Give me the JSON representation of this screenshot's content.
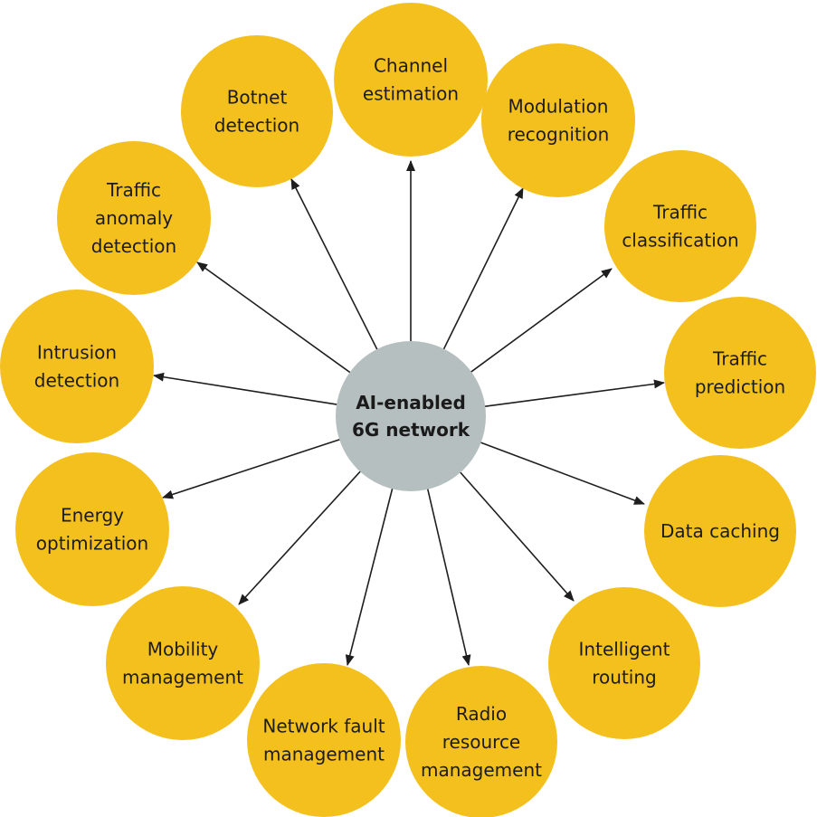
{
  "colors": {
    "node_fill": "#F4C01E",
    "hub_fill": "#B6BFC0",
    "arrow": "#1e1e1e",
    "background": "#FFFFFF"
  },
  "hub": {
    "lines": [
      "AI-enabled",
      "6G network"
    ]
  },
  "nodes": [
    {
      "id": "channel-estimation",
      "lines": [
        "Channel",
        "estimation"
      ]
    },
    {
      "id": "modulation-recognition",
      "lines": [
        "Modulation",
        "recognition"
      ]
    },
    {
      "id": "traffic-classification",
      "lines": [
        "Traffic",
        "classification"
      ]
    },
    {
      "id": "traffic-prediction",
      "lines": [
        "Traffic",
        "prediction"
      ]
    },
    {
      "id": "data-caching",
      "lines": [
        "Data caching"
      ]
    },
    {
      "id": "intelligent-routing",
      "lines": [
        "Intelligent",
        "routing"
      ]
    },
    {
      "id": "radio-resource-management",
      "lines": [
        "Radio",
        "resource",
        "management"
      ]
    },
    {
      "id": "network-fault-management",
      "lines": [
        "Network fault",
        "management"
      ]
    },
    {
      "id": "mobility-management",
      "lines": [
        "Mobility",
        "management"
      ]
    },
    {
      "id": "energy-optimization",
      "lines": [
        "Energy",
        "optimization"
      ]
    },
    {
      "id": "intrusion-detection",
      "lines": [
        "Intrusion",
        "detection"
      ]
    },
    {
      "id": "traffic-anomaly-detection",
      "lines": [
        "Traffic",
        "anomaly",
        "detection"
      ]
    },
    {
      "id": "botnet-detection",
      "lines": [
        "Botnet",
        "detection"
      ]
    }
  ]
}
